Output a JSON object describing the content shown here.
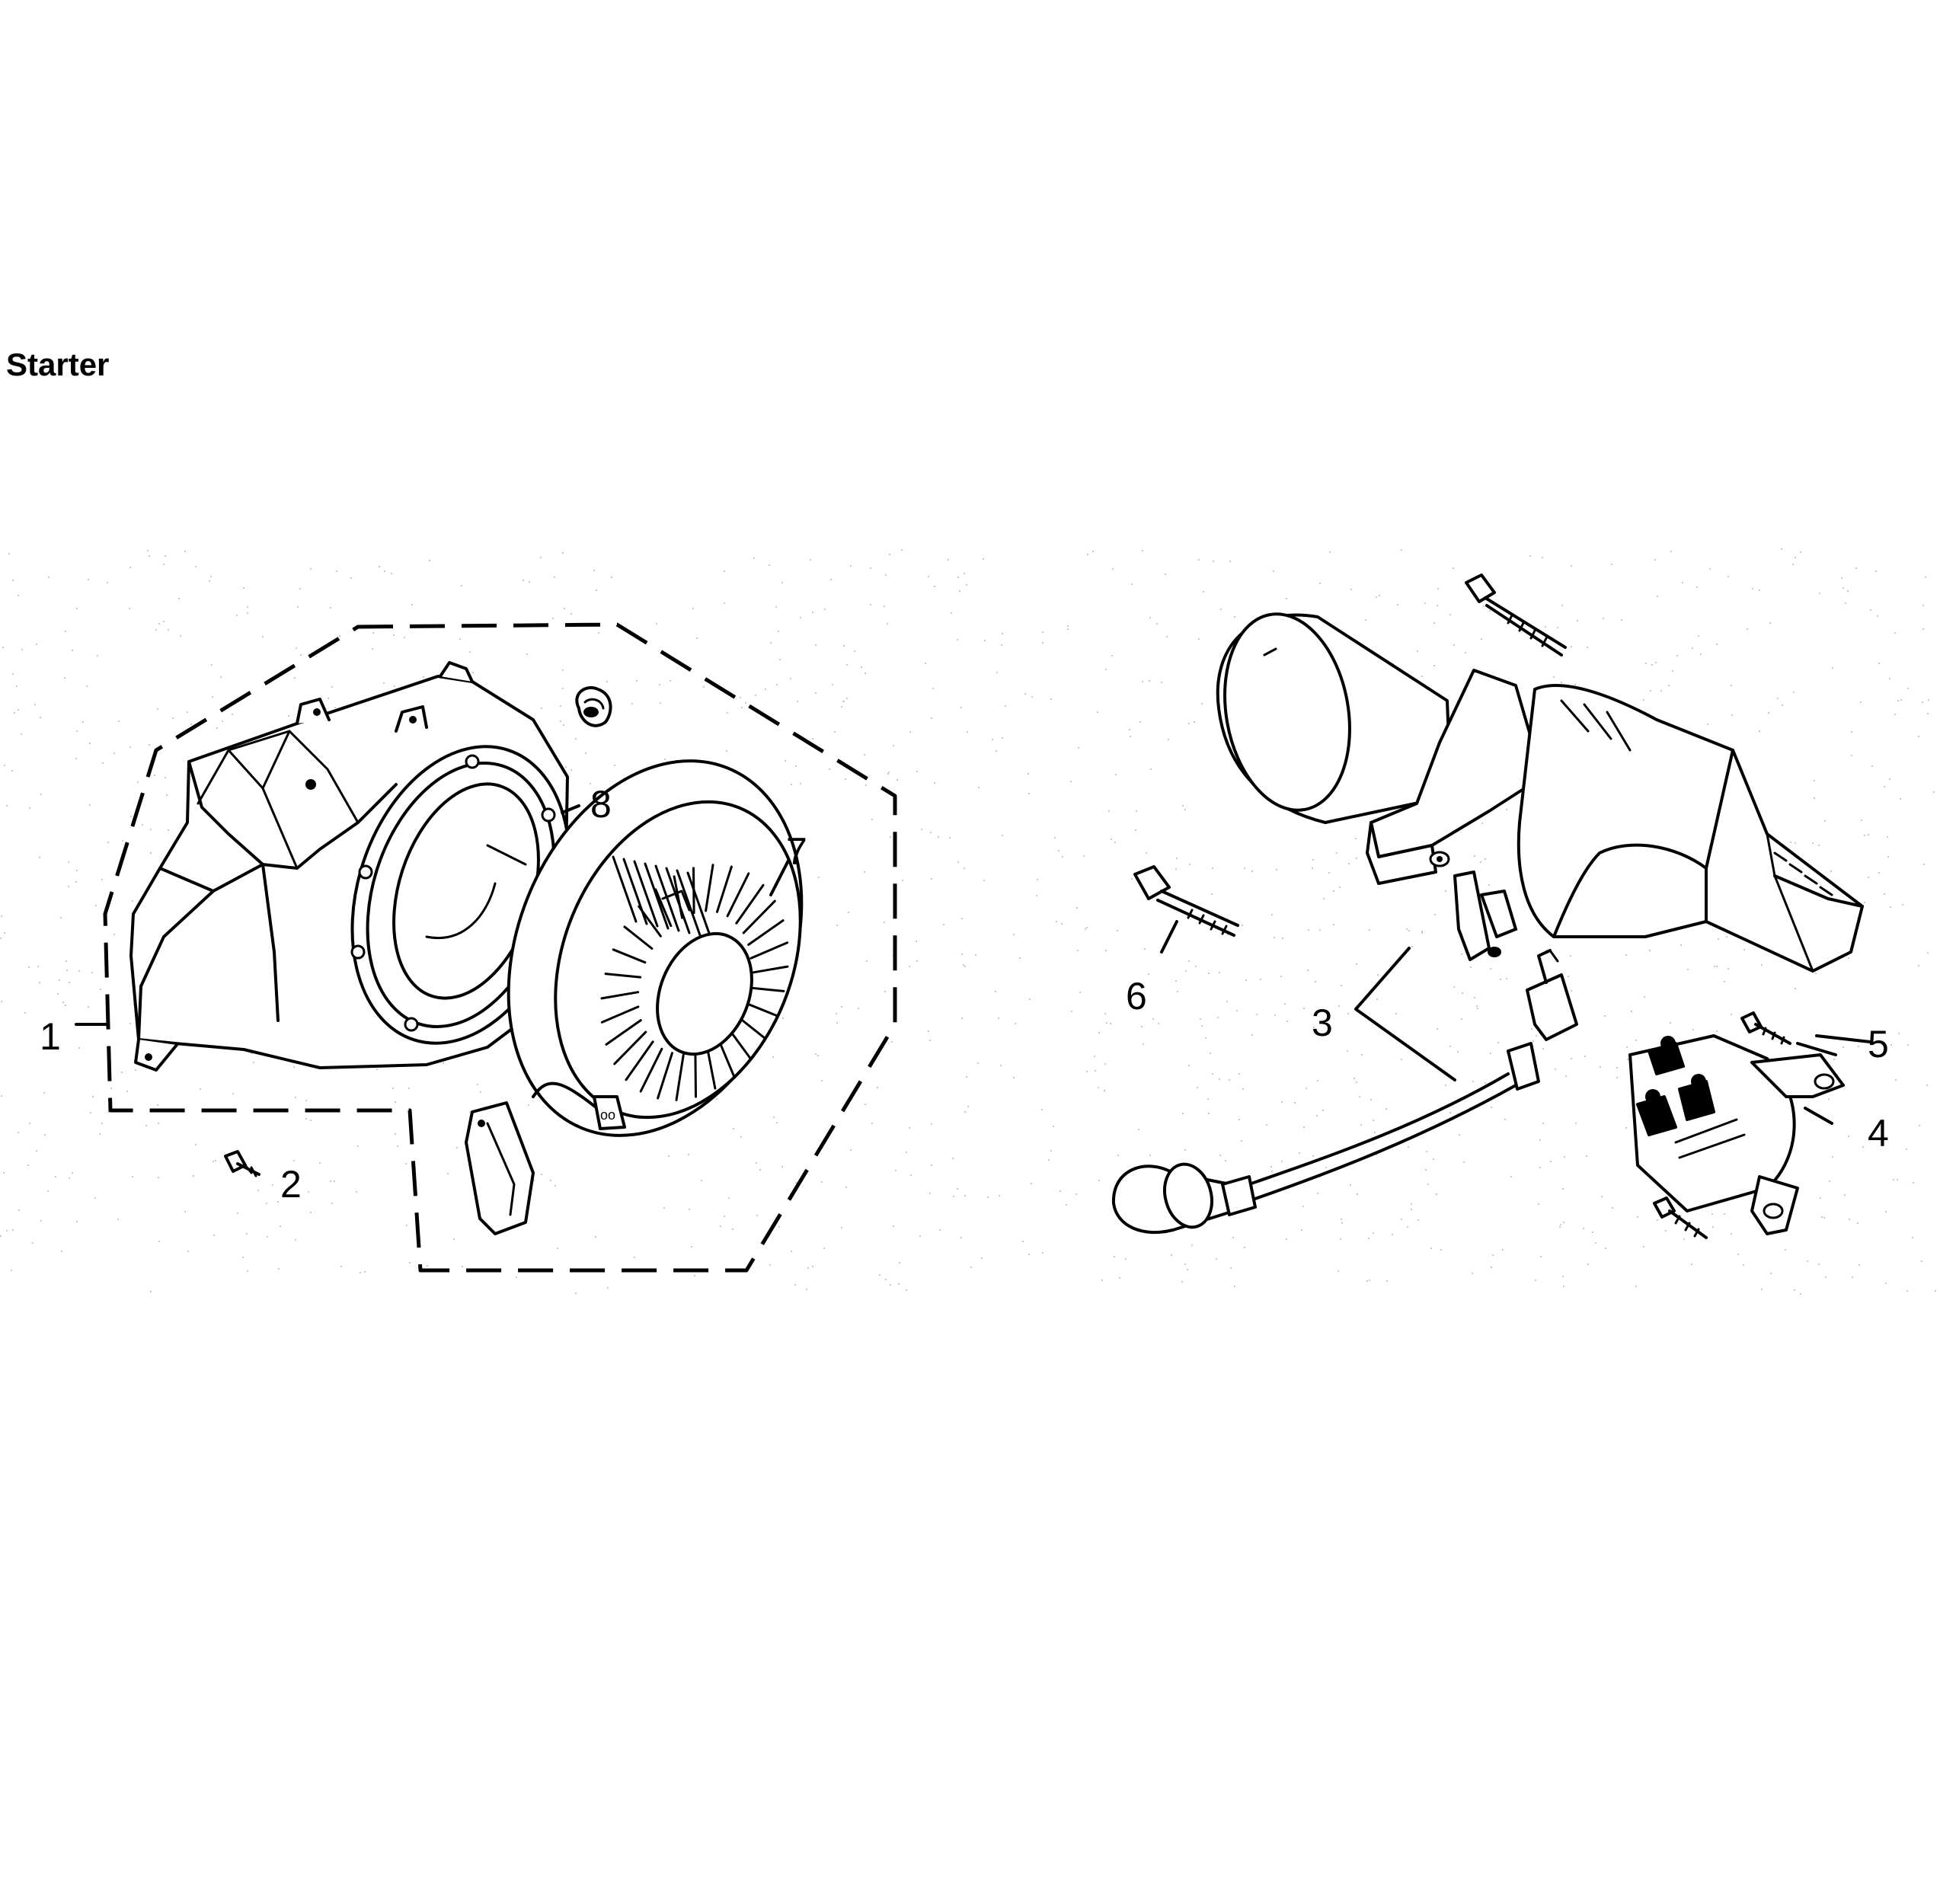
{
  "title": "Starter",
  "callouts": {
    "c1": "1",
    "c2": "2",
    "c3": "3",
    "c4": "4",
    "c5": "5",
    "c6": "6",
    "c7": "7",
    "c8": "8"
  },
  "parts": {
    "fan_cover": "fan-cover",
    "bolt_2": "bolt",
    "recoil_starter": "recoil-starter",
    "grommet": "grommet",
    "electric_starter_motor": "starter-motor",
    "starter_cable": "starter-cable",
    "starter_solenoid": "starter-solenoid",
    "bolt_5": "bolt",
    "bolt_6": "bolt"
  }
}
